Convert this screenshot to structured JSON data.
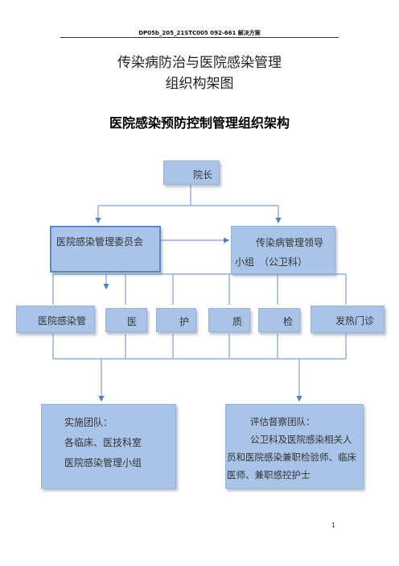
{
  "header": {
    "doc_code": "DP05b_205_21STC005 092-661 解决方案"
  },
  "titles": {
    "line1": "传染病防治与医院感染管理",
    "line2": "组织构架图",
    "subtitle": "医院感染预防控制管理组织架构"
  },
  "chart": {
    "top": "院长",
    "committee": "医院感染管理委员会",
    "leading_group": {
      "line1": "传染病管理领导",
      "line2": "小组　（公卫科）"
    },
    "departments": [
      "医院感染管",
      "医",
      "护",
      "质",
      "检",
      "发热门诊"
    ],
    "implementation_team": {
      "title": "实施团队：",
      "line1": "各临床、医技科室",
      "line2": "医院感染管理小组"
    },
    "evaluation_team": {
      "title": "评估督察团队：",
      "line1": "公卫科及医院感染相关人",
      "line2": "员和医院感染兼职检验师、临床",
      "line3": "医师、兼职感控护士"
    }
  },
  "footer": {
    "page_number": "1"
  }
}
